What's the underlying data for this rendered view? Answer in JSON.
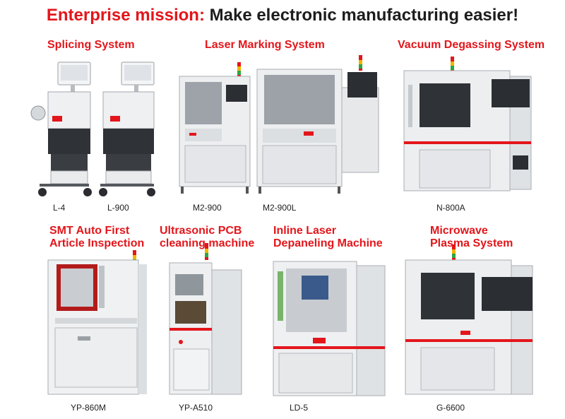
{
  "headline": {
    "mission_label": "Enterprise mission:",
    "mission_text": "Make electronic manufacturing easier!"
  },
  "categories": {
    "splicing": "Splicing System",
    "laser_marking": "Laser Marking System",
    "vacuum_degassing": "Vacuum Degassing System",
    "smt_first_article_l1": "SMT Auto First",
    "smt_first_article_l2": "Article Inspection",
    "ultrasonic_l1": "Ultrasonic PCB",
    "ultrasonic_l2": "cleaning machine",
    "inline_laser_l1": "Inline Laser",
    "inline_laser_l2": "Depaneling Machine",
    "microwave_l1": "Microwave",
    "microwave_l2": "Plasma System"
  },
  "models": {
    "l4": "L-4",
    "l900": "L-900",
    "m2_900": "M2-900",
    "m2_900l": "M2-900L",
    "n800a": "N-800A",
    "yp860m": "YP-860M",
    "ypa510": "YP-A510",
    "ld5": "LD-5",
    "g6600": "G-6600"
  },
  "colors": {
    "accent_red": "#e3161b",
    "text_dark": "#1d1d1d",
    "machine_body": "#eceef0",
    "machine_shadow": "#c9ccd0",
    "screen": "#2b2e33"
  }
}
